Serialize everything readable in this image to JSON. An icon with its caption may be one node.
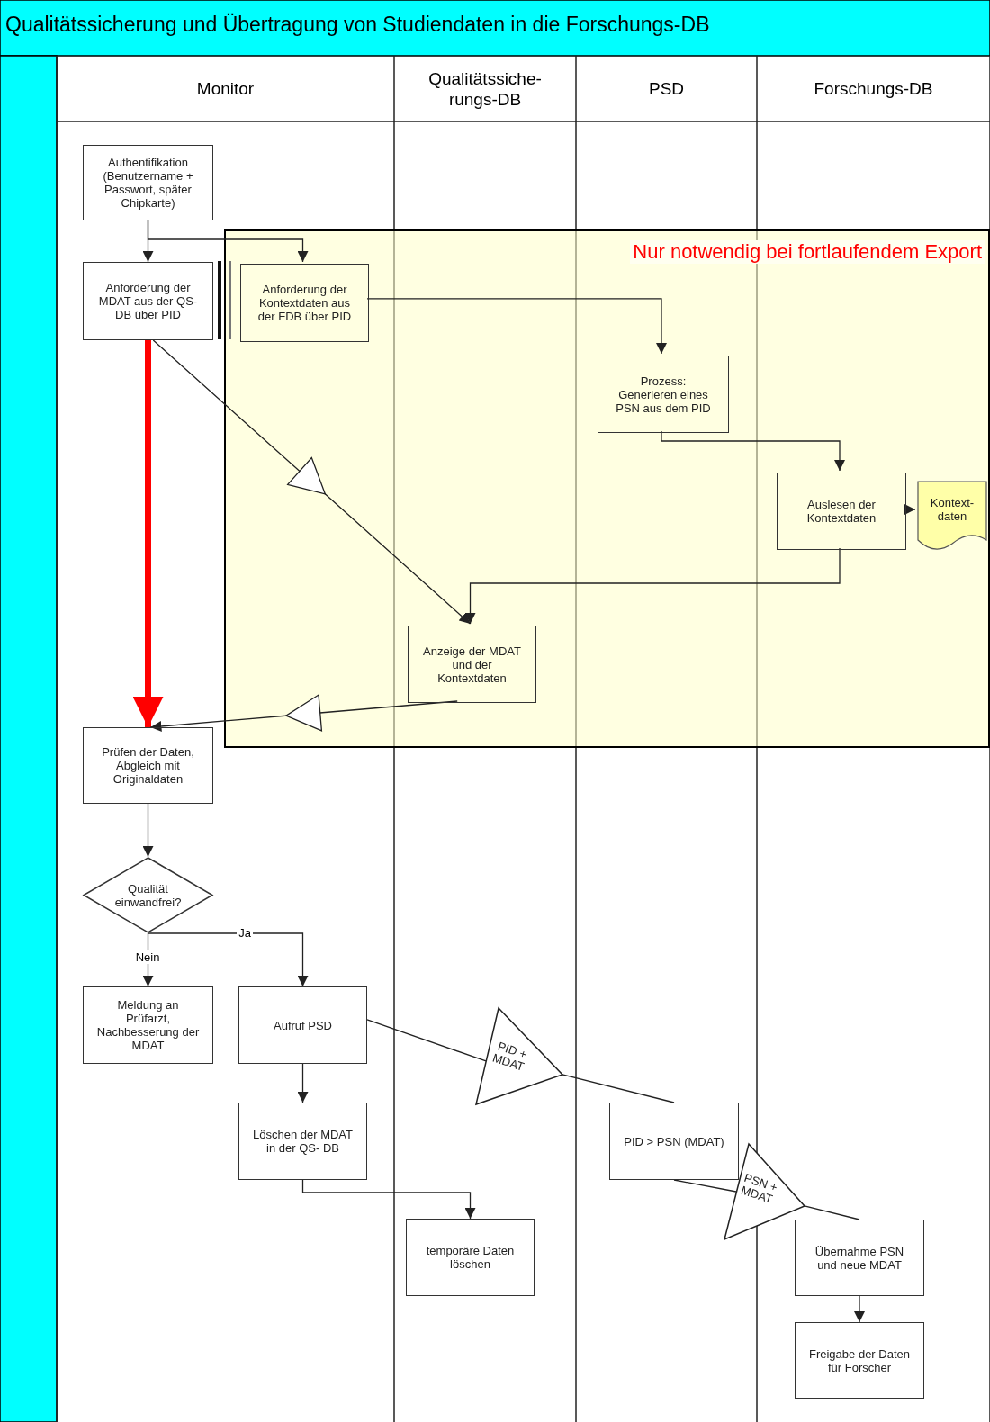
{
  "diagram": {
    "title": "Qualitätssicherung und Übertragung von Studiendaten in die Forschungs-DB",
    "nodes": [
      {
        "text": [
          "Nur notwendig bei fortlaufendem Export"
        ]
      },
      {
        "text": [
          "Authentifikation (Benutzername + Passwort, später Chipkarte)"
        ]
      },
      {
        "text": [
          "Anforderung der MDAT aus der QS-DB über PID"
        ]
      },
      {
        "text": [
          "Anforderung der Kontextdaten aus der FDB über PID"
        ],
        "in": 0
      },
      {
        "text": [
          "Prozess: Generieren eines PSN aus dem PID"
        ],
        "in": 0
      },
      {
        "text": [
          "Auslesen der Kontextdaten"
        ],
        "in": 0
      },
      {
        "text": [
          "Kontext- daten"
        ],
        "in": 0
      },
      {
        "text": [
          "Anzeige der MDAT und der Kontextdaten"
        ],
        "in": 0
      },
      {
        "text": [
          "Prüfen der Daten, Abgleich mit Originaldaten"
        ]
      },
      {
        "text": [
          "Qualität einwandfrei?"
        ]
      },
      {
        "text": [
          "Meldung an Prüfarzt, Nachbesserung der MDAT"
        ]
      },
      {
        "text": [
          "Aufruf PSD"
        ]
      },
      {
        "text": [
          "Löschen der MDAT in der QS- DB"
        ]
      },
      {
        "text": [
          "PID + MDAT"
        ]
      },
      {
        "text": [
          "PID > PSN (MDAT)"
        ]
      },
      {
        "text": [
          "PSN + MDAT"
        ]
      },
      {
        "text": [
          "temporäre Daten löschen"
        ]
      },
      {
        "text": [
          "Übernahme PSN und neue MDAT"
        ]
      },
      {
        "text": [
          "Freigabe der Daten für Forscher"
        ]
      }
    ],
    "edges": [
      {
        "from": 1,
        "to": 2,
        "arrow": "to"
      },
      {
        "from": 1,
        "to": 3,
        "arrow": "to"
      },
      {
        "from": 3,
        "to": 4,
        "arrow": "to"
      },
      {
        "from": 4,
        "to": 5,
        "arrow": "to"
      },
      {
        "from": 5,
        "to": 6,
        "arrow": "to"
      },
      {
        "from": 5,
        "to": 7,
        "arrow": "to"
      },
      {
        "from": 2,
        "to": 7,
        "arrow": "to"
      },
      {
        "from": 2,
        "to": 8,
        "arrow": "to",
        "style": "thick",
        "color": "#ff0000"
      },
      {
        "from": 7,
        "to": 8,
        "arrow": "to"
      },
      {
        "from": 8,
        "to": 9,
        "arrow": "to"
      },
      {
        "from": 9,
        "to": 10,
        "arrow": "to",
        "label": "Nein"
      },
      {
        "from": 9,
        "to": 11,
        "arrow": "to",
        "label": "Ja"
      },
      {
        "from": 11,
        "to": 12,
        "arrow": "to"
      },
      {
        "from": 11,
        "to": 13,
        "arrow": "none"
      },
      {
        "from": 13,
        "to": 14,
        "arrow": "none"
      },
      {
        "from": 14,
        "to": 15,
        "arrow": "none"
      },
      {
        "from": 15,
        "to": 17,
        "arrow": "none"
      },
      {
        "from": 12,
        "to": 16,
        "arrow": "to"
      },
      {
        "from": 17,
        "to": 18,
        "arrow": "to"
      }
    ],
    "labels": [
      "Monitor",
      "Qualitätssiche- rungs-DB",
      "PSD",
      "Forschungs-DB"
    ]
  }
}
